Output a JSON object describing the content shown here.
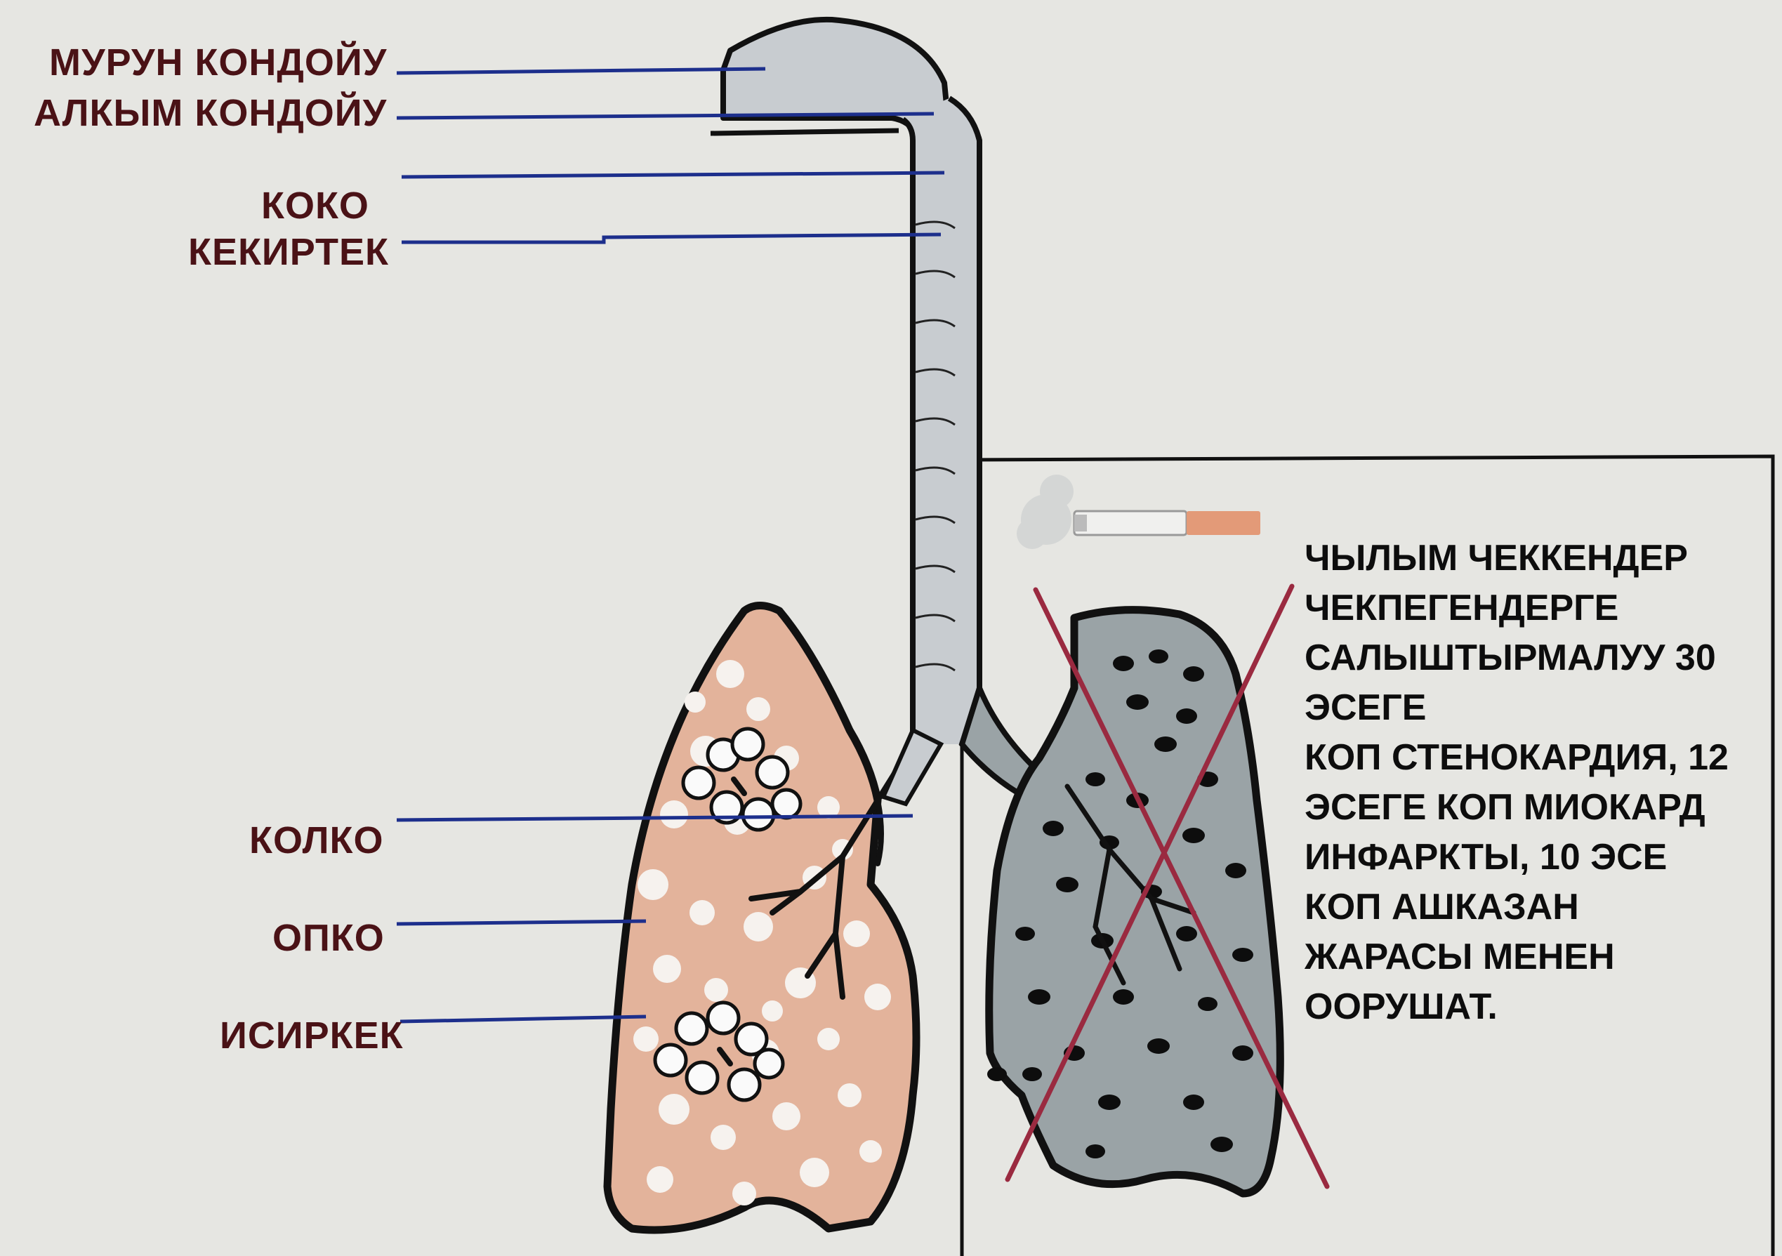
{
  "labels": {
    "nasal_cavity": "МУРУН КОНДОЙУ",
    "oral_cavity": "АЛКЫМ КОНДОЙУ",
    "throat": "КОКО",
    "trachea": "КЕКИРТЕК",
    "bronchus": "КОЛКО",
    "lung": "ОПКО",
    "alveoli": "ИСИРКЕК"
  },
  "smoker_panel": {
    "lines": [
      "ЧЫЛЫМ ЧЕККЕНДЕР",
      "ЧЕКПЕГЕНДЕРГЕ",
      "САЛЫШТЫРМАЛУУ 30",
      "ЭСЕГЕ",
      "КОП СТЕНОКАРДИЯ, 12",
      "ЭСЕГЕ КОП МИОКАРД",
      "ИНФАРКТЫ, 10 ЭСЕ",
      "КОП АШКАЗАН",
      "ЖАРАСЫ МЕНЕН",
      "ООРУШАТ."
    ]
  },
  "colors": {
    "background": "#e6e6e2",
    "healthy_lung": "#e3b39b",
    "smoker_lung": "#9aa3a6",
    "airway": "#c8ccd0",
    "label_text": "#4a1216",
    "leader_line": "#1d2f8c",
    "cross": "#9a2a40",
    "cigarette_filter": "#e39a78"
  },
  "icons": [
    "cigarette-icon",
    "smoke-icon",
    "cross-mark-icon"
  ]
}
